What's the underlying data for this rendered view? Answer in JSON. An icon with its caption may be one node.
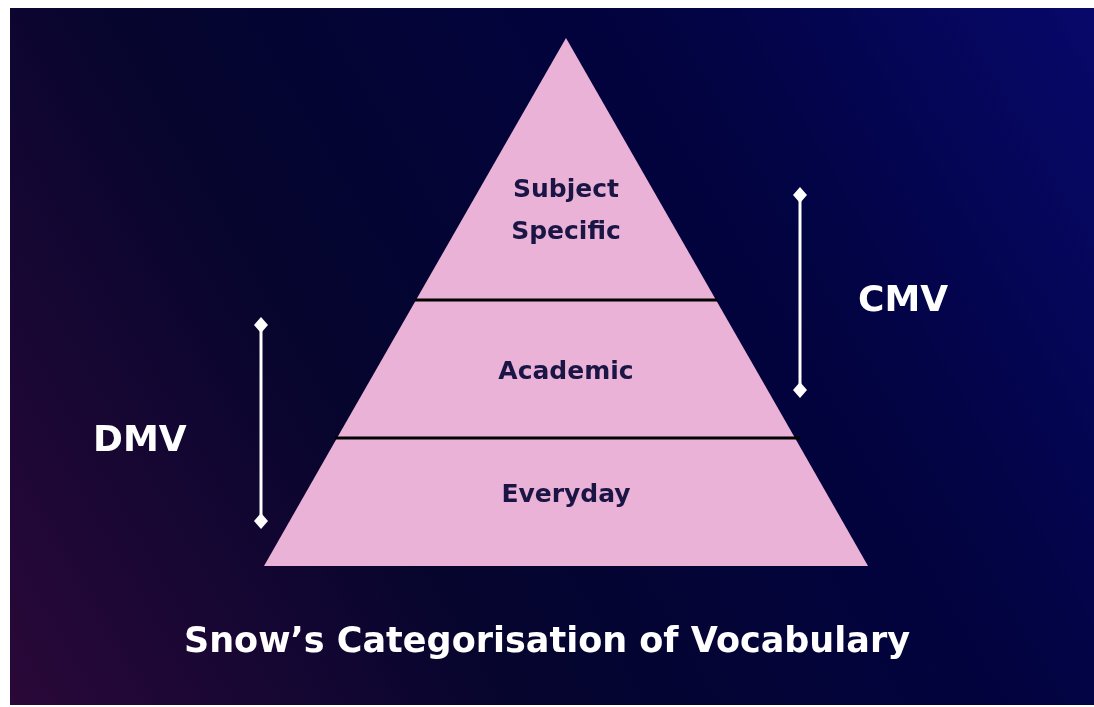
{
  "diagram": {
    "title": "Snow’s Categorisation of Vocabulary",
    "nodes": [
      {
        "text": [
          "Subject Specific"
        ]
      },
      {
        "text": [
          "Academic"
        ]
      },
      {
        "text": [
          "Everyday"
        ]
      }
    ],
    "labels": [
      "CMV",
      "DMV"
    ]
  }
}
